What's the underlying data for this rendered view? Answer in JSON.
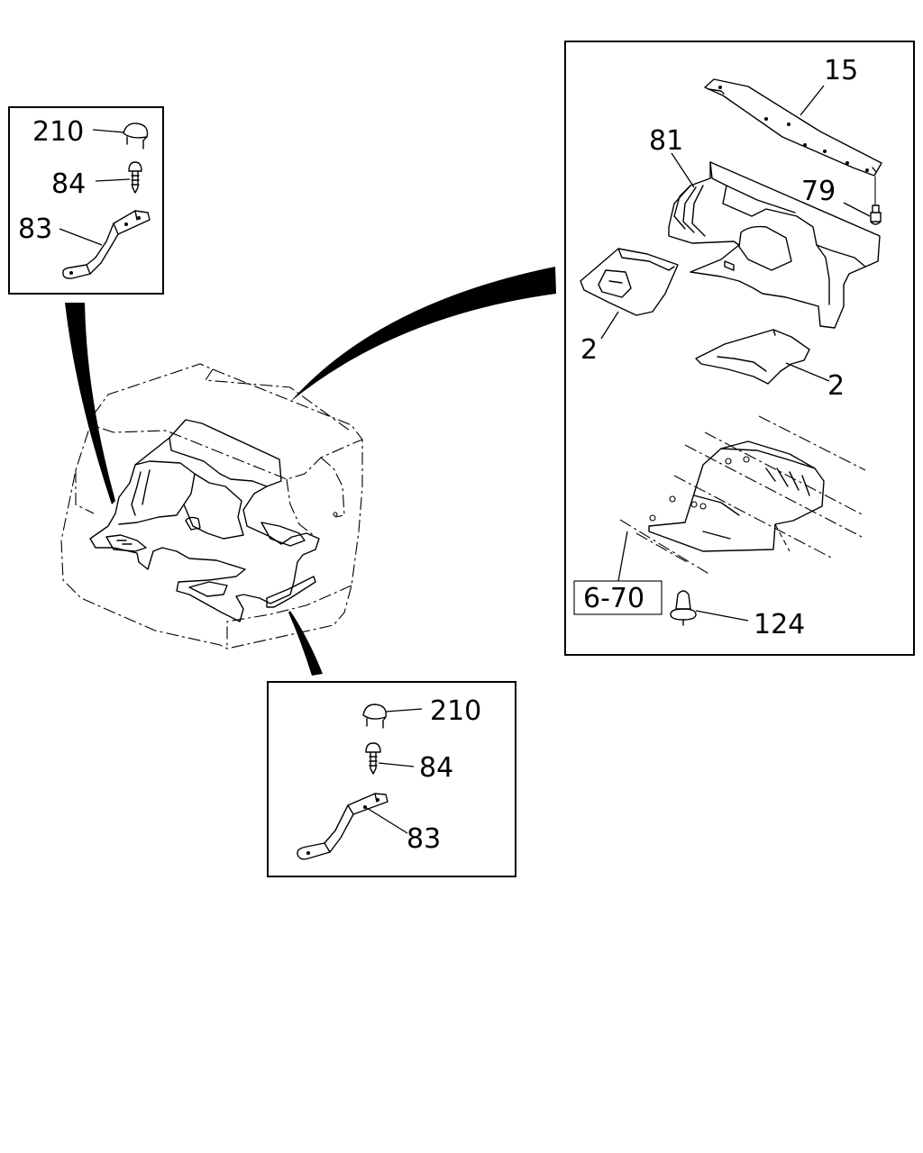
{
  "callouts": {
    "top_left": {
      "clip": "210",
      "screw": "84",
      "bracket": "83"
    },
    "bottom": {
      "clip": "210",
      "screw": "84",
      "bracket": "83"
    },
    "right": {
      "cover": "15",
      "insulator": "81",
      "fastener": "79",
      "pad_left": "2",
      "pad_right": "2",
      "ref": "6-70",
      "clip": "124"
    }
  }
}
